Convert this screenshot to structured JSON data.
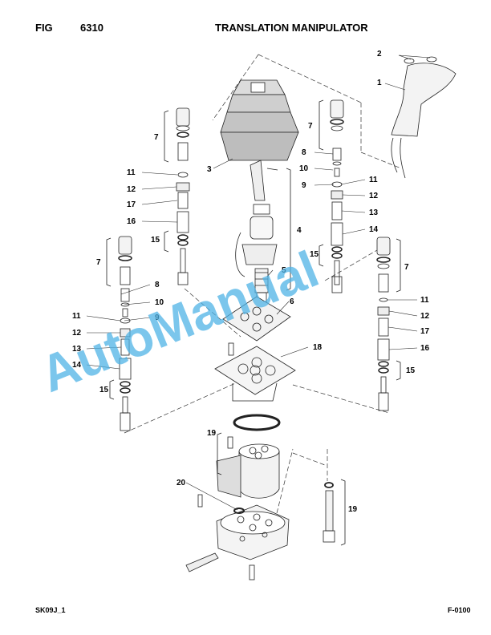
{
  "header": {
    "fig_label": "FIG",
    "fig_number": "6310",
    "title": "TRANSLATION MANIPULATOR"
  },
  "footer": {
    "left_code": "SK09J_1",
    "right_code": "F-0100"
  },
  "watermark": {
    "text": "AutoManual",
    "color": "#4fb3e6"
  },
  "callouts": {
    "c1": "1",
    "c2": "2",
    "c3": "3",
    "c4": "4",
    "c5": "5",
    "c6": "6",
    "c7a": "7",
    "c7b": "7",
    "c7c": "7",
    "c7d": "7",
    "c8a": "8",
    "c8b": "8",
    "c9a": "9",
    "c9b": "9",
    "c10a": "10",
    "c10b": "10",
    "c11a": "11",
    "c11b": "11",
    "c11c": "11",
    "c11d": "11",
    "c12a": "12",
    "c12b": "12",
    "c12c": "12",
    "c12d": "12",
    "c13a": "13",
    "c13b": "13",
    "c14a": "14",
    "c14b": "14",
    "c15a": "15",
    "c15b": "15",
    "c15c": "15",
    "c15d": "15",
    "c16a": "16",
    "c16b": "16",
    "c17a": "17",
    "c17b": "17",
    "c18": "18",
    "c19a": "19",
    "c19b": "19",
    "c20": "20"
  }
}
